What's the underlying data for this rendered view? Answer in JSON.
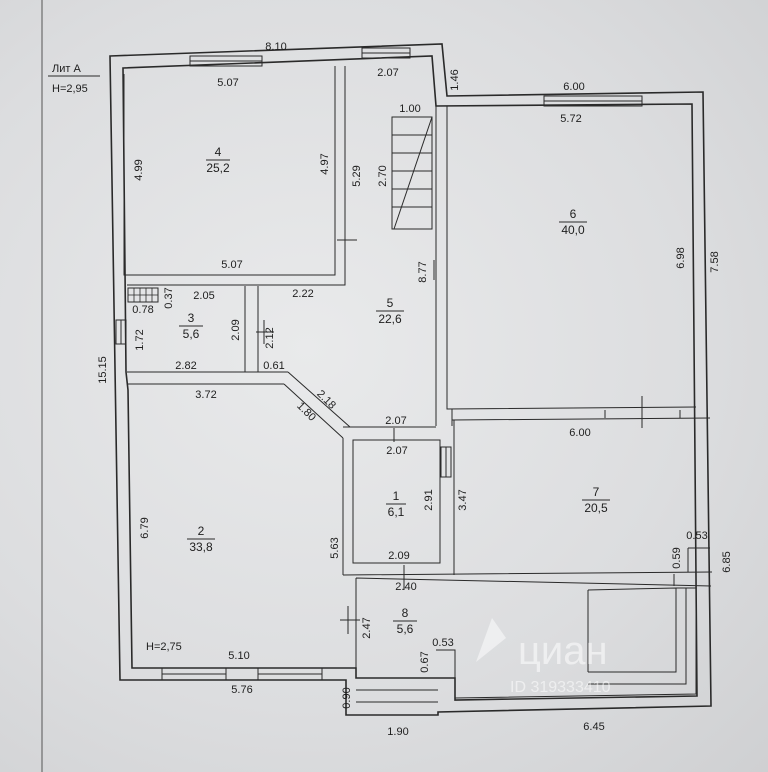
{
  "header": {
    "letter": "Лит А",
    "height": "H=2,95"
  },
  "rooms": [
    {
      "id": "4",
      "num": "4",
      "area": "25,2"
    },
    {
      "id": "3",
      "num": "3",
      "area": "5,6"
    },
    {
      "id": "5",
      "num": "5",
      "area": "22,6"
    },
    {
      "id": "6",
      "num": "6",
      "area": "40,0"
    },
    {
      "id": "2",
      "num": "2",
      "area": "33,8"
    },
    {
      "id": "1",
      "num": "1",
      "area": "6,1"
    },
    {
      "id": "7",
      "num": "7",
      "area": "20,5"
    },
    {
      "id": "8",
      "num": "8",
      "area": "5,6"
    }
  ],
  "room2_height": "H=2,75",
  "dimensions": {
    "top_total": "8.10",
    "top_r4": "5.07",
    "top_stair": "2.07",
    "r4_bottom": "5.07",
    "r4_left": "4.99",
    "r4_right": "4.97",
    "stair_h": "5.29",
    "stair_w": "1.00",
    "stair_len": "2.70",
    "step_146": "1.46",
    "r6_outer": "6.00",
    "r6_inner": "5.72",
    "r6_h": "6.98",
    "right_total": "7.58",
    "r5_h": "8.77",
    "r3_w_078": "0.78",
    "r3_037": "0.37",
    "r3_w": "2.05",
    "r5_222": "2.22",
    "r3_h": "1.72",
    "r3_209": "2.09",
    "r3_212": "2.12",
    "r3_bottom": "2.82",
    "r061": "0.61",
    "left_total": "15.15",
    "r2_top": "3.72",
    "diag_218": "2.18",
    "diag_180": "1.80",
    "r1_top_out": "2.07",
    "r1_top_in": "2.07",
    "r6_bottom": "6.00",
    "r1_h": "2.91",
    "r7_347": "3.47",
    "r2_h": "6.79",
    "r2_563": "5.63",
    "r1_bottom": "2.09",
    "r8_top": "2.40",
    "r8_h": "2.47",
    "r8_053": "0.53",
    "r8_067": "0.67",
    "r7_059": "0.59",
    "r7_053": "0.53",
    "right_685": "6.85",
    "r2_bottom_in": "5.10",
    "bottom_576": "5.76",
    "porch_090": "0.90",
    "porch_190": "1.90",
    "bottom_645": "6.45"
  },
  "watermark": {
    "brand": "циан",
    "id": "ID 319333410"
  }
}
